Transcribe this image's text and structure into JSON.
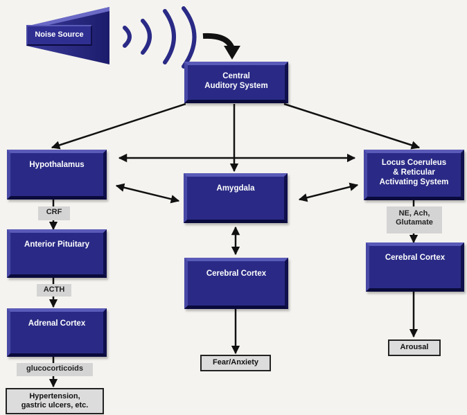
{
  "noise_source": "Noise Source",
  "nodes": {
    "central_auditory": "Central\nAuditory System",
    "hypothalamus": "Hypothalamus",
    "amygdala": "Amygdala",
    "locus_coeruleus": "Locus Coeruleus\n& Reticular\nActivating System",
    "anterior_pituitary": "Anterior Pituitary",
    "adrenal_cortex": "Adrenal Cortex",
    "cerebral_cortex_mid": "Cerebral Cortex",
    "cerebral_cortex_right": "Cerebral Cortex"
  },
  "mediators": {
    "crf": "CRF",
    "acth": "ACTH",
    "glucocorticoids": "glucocorticoids",
    "ne_ach_glutamate": "NE, Ach,\nGlutamate"
  },
  "outcomes": {
    "hypertension": "Hypertension,\ngastric ulcers, etc.",
    "fear_anxiety": "Fear/Anxiety",
    "arousal": "Arousal"
  },
  "colors": {
    "box_fill": "#2a2a86",
    "box_text": "#ffffff",
    "arrow": "#111111",
    "label_fill": "#d4d4d4"
  }
}
